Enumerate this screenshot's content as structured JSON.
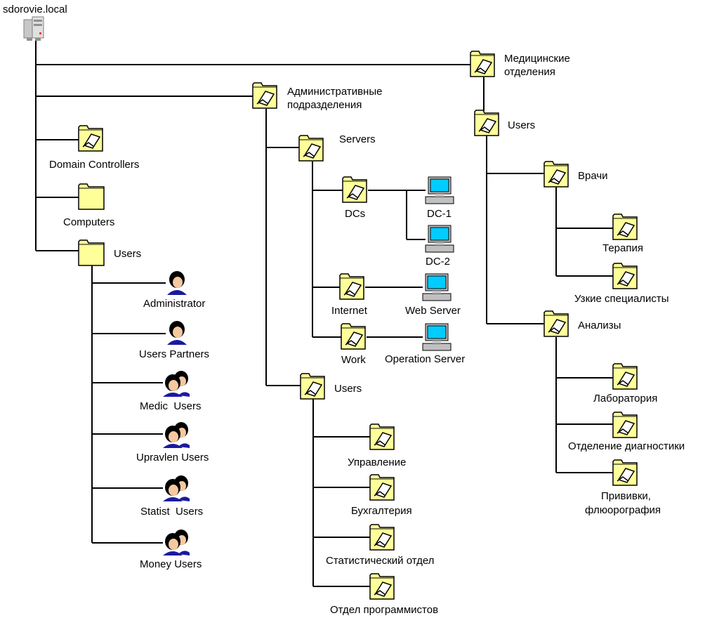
{
  "root": {
    "label": "sdorovie.local",
    "icon": "server-icon"
  },
  "branches": {
    "domain_controllers": {
      "label": "Domain Controllers",
      "icon": "ou-folder-icon"
    },
    "computers": {
      "label": "Computers",
      "icon": "folder-icon"
    },
    "users": {
      "label": "Users",
      "icon": "folder-icon",
      "members": [
        {
          "label": "Administrator",
          "icon": "user-icon"
        },
        {
          "label": "Users Partners",
          "icon": "user-icon"
        },
        {
          "label": "Medic  Users",
          "icon": "group-icon"
        },
        {
          "label": "Upravlen Users",
          "icon": "group-icon"
        },
        {
          "label": "Statist  Users",
          "icon": "group-icon"
        },
        {
          "label": "Money Users",
          "icon": "group-icon"
        }
      ]
    },
    "admin": {
      "label_line1": "Административные",
      "label_line2": "подразделения",
      "icon": "ou-folder-icon",
      "servers": {
        "label": "Servers",
        "icon": "ou-folder-icon",
        "dcs": {
          "label": "DCs",
          "icon": "ou-folder-icon",
          "computers": [
            {
              "label": "DC-1",
              "icon": "computer-icon"
            },
            {
              "label": "DC-2",
              "icon": "computer-icon"
            }
          ]
        },
        "internet": {
          "label": "Internet",
          "icon": "ou-folder-icon",
          "computer": {
            "label": "Web Server",
            "icon": "computer-icon"
          }
        },
        "work": {
          "label": "Work",
          "icon": "ou-folder-icon",
          "computer": {
            "label": "Operation Server",
            "icon": "computer-icon"
          }
        }
      },
      "users": {
        "label": "Users",
        "icon": "ou-folder-icon",
        "children": [
          {
            "label": "Управление",
            "icon": "ou-folder-icon"
          },
          {
            "label": "Бухгалтерия",
            "icon": "ou-folder-icon"
          },
          {
            "label": "Статистический отдел",
            "icon": "ou-folder-icon"
          },
          {
            "label": "Отдел программистов",
            "icon": "ou-folder-icon"
          }
        ]
      }
    },
    "medical": {
      "label_line1": "Медицинские",
      "label_line2": "отделения",
      "icon": "ou-folder-icon",
      "users": {
        "label": "Users",
        "icon": "ou-folder-icon",
        "doctors": {
          "label": "Врачи",
          "icon": "ou-folder-icon",
          "children": [
            {
              "label": "Терапия",
              "icon": "ou-folder-icon"
            },
            {
              "label": "Узкие специалисты",
              "icon": "ou-folder-icon"
            }
          ]
        },
        "tests": {
          "label": "Анализы",
          "icon": "ou-folder-icon",
          "children": [
            {
              "label": "Лаборатория",
              "icon": "ou-folder-icon"
            },
            {
              "label": "Отделение диагностики",
              "icon": "ou-folder-icon"
            },
            {
              "label_line1": "Прививки,",
              "label_line2": "флюорография",
              "icon": "ou-folder-icon"
            }
          ]
        }
      }
    }
  },
  "colors": {
    "folder": "#ffff99",
    "folder_border": "#000000",
    "line": "#000000",
    "screen": "#00ccff",
    "computer": "#c0c0c0"
  }
}
